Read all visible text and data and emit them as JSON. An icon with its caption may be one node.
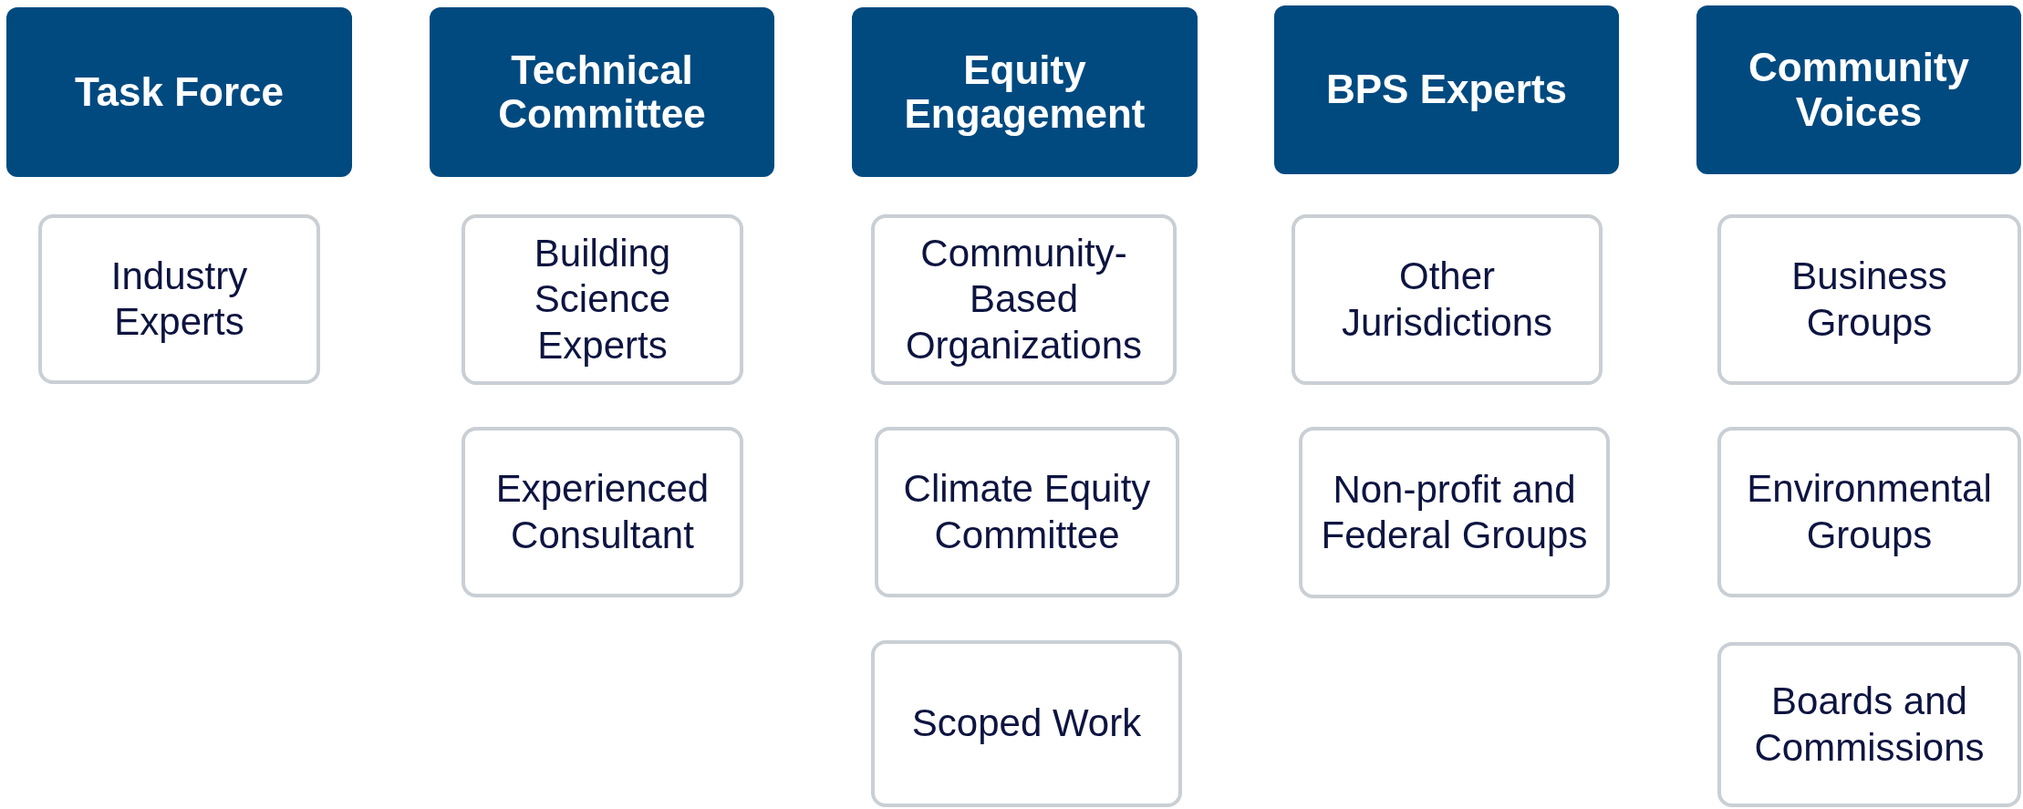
{
  "diagram": {
    "nodes": [
      {
        "text": [
          "Task Force"
        ]
      },
      {
        "text": [
          "Technical Committee"
        ]
      },
      {
        "text": [
          "Equity Engagement"
        ]
      },
      {
        "text": [
          "BPS Experts"
        ]
      },
      {
        "text": [
          "Community Voices"
        ]
      },
      {
        "text": [
          "Industry Experts"
        ]
      },
      {
        "text": [
          "Building Science Experts"
        ]
      },
      {
        "text": [
          "Experienced Consultant"
        ]
      },
      {
        "text": [
          "Community-Based Organizations"
        ]
      },
      {
        "text": [
          "Climate Equity Committee"
        ]
      },
      {
        "text": [
          "Scoped Work"
        ]
      },
      {
        "text": [
          "Other Jurisdictions"
        ]
      },
      {
        "text": [
          "Non-profit and Federal Groups"
        ]
      },
      {
        "text": [
          "Business Groups"
        ]
      },
      {
        "text": [
          "Environmental Groups"
        ]
      },
      {
        "text": [
          "Boards and Commissions"
        ]
      }
    ]
  }
}
